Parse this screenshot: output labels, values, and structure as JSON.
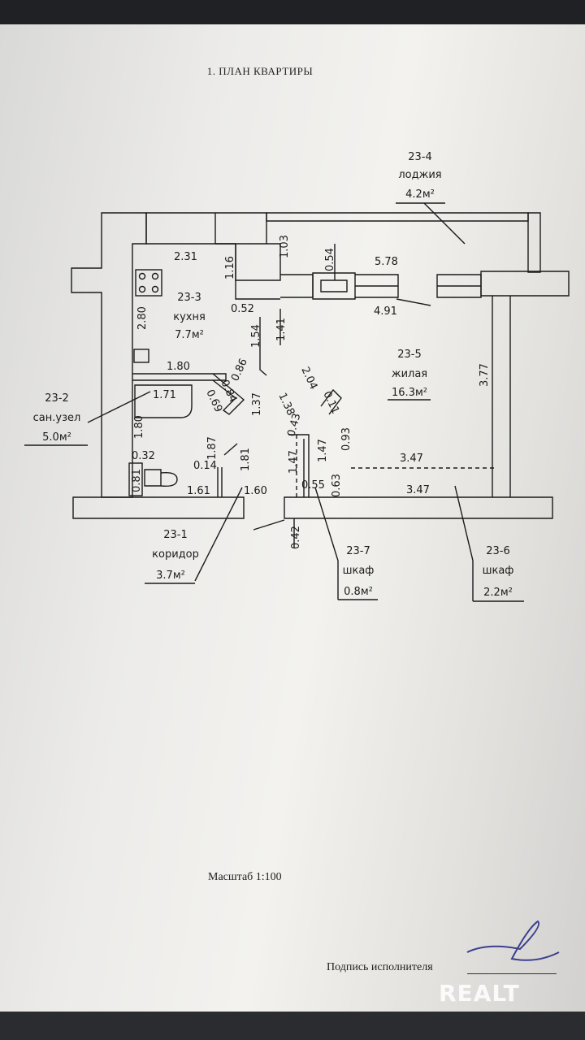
{
  "document": {
    "title": "1. ПЛАН КВАРТИРЫ",
    "scale_label": "Масштаб 1:100",
    "signature_label": "Подпись исполнителя",
    "watermark": "REALT"
  },
  "rooms": [
    {
      "id": "23-1",
      "name": "коридор",
      "area": "3.7м²"
    },
    {
      "id": "23-2",
      "name": "сан.узел",
      "area": "5.0м²"
    },
    {
      "id": "23-3",
      "name": "кухня",
      "area": "7.7м²"
    },
    {
      "id": "23-4",
      "name": "лоджия",
      "area": "4.2м²"
    },
    {
      "id": "23-5",
      "name": "жилая",
      "area": "16.3м²"
    },
    {
      "id": "23-6",
      "name": "шкаф",
      "area": "2.2м²"
    },
    {
      "id": "23-7",
      "name": "шкаф",
      "area": "0.8м²"
    }
  ],
  "dimensions": {
    "d231": "2.31",
    "d116": "1.16",
    "d103": "1.03",
    "d054": "0.54",
    "d578": "5.78",
    "d280": "2.80",
    "d052": "0.52",
    "d154": "1.54",
    "d141": "1.41",
    "d491": "4.91",
    "d180": "1.80",
    "d086": "0.86",
    "d084": "0.84",
    "d069": "0.69",
    "d137": "1.37",
    "d204": "2.04",
    "d011": "0.11",
    "d138": "1.38",
    "d043": "0.43",
    "d377": "3.77",
    "d171": "1.71",
    "d180b": "1.80",
    "d032": "0.32",
    "d187": "1.87",
    "d014": "0.14",
    "d181": "1.81",
    "d081": "0.81",
    "d161": "1.61",
    "d160": "1.60",
    "d147a": "1.47",
    "d147b": "1.47",
    "d093": "0.93",
    "d063": "0.63",
    "d055": "0.55",
    "d347a": "3.47",
    "d347b": "3.47",
    "d042": "0.42"
  },
  "colors": {
    "paper": "#efeeeb",
    "ink": "#1b1b1b",
    "background": "#1f2124",
    "signature": "#3b3f8f"
  }
}
